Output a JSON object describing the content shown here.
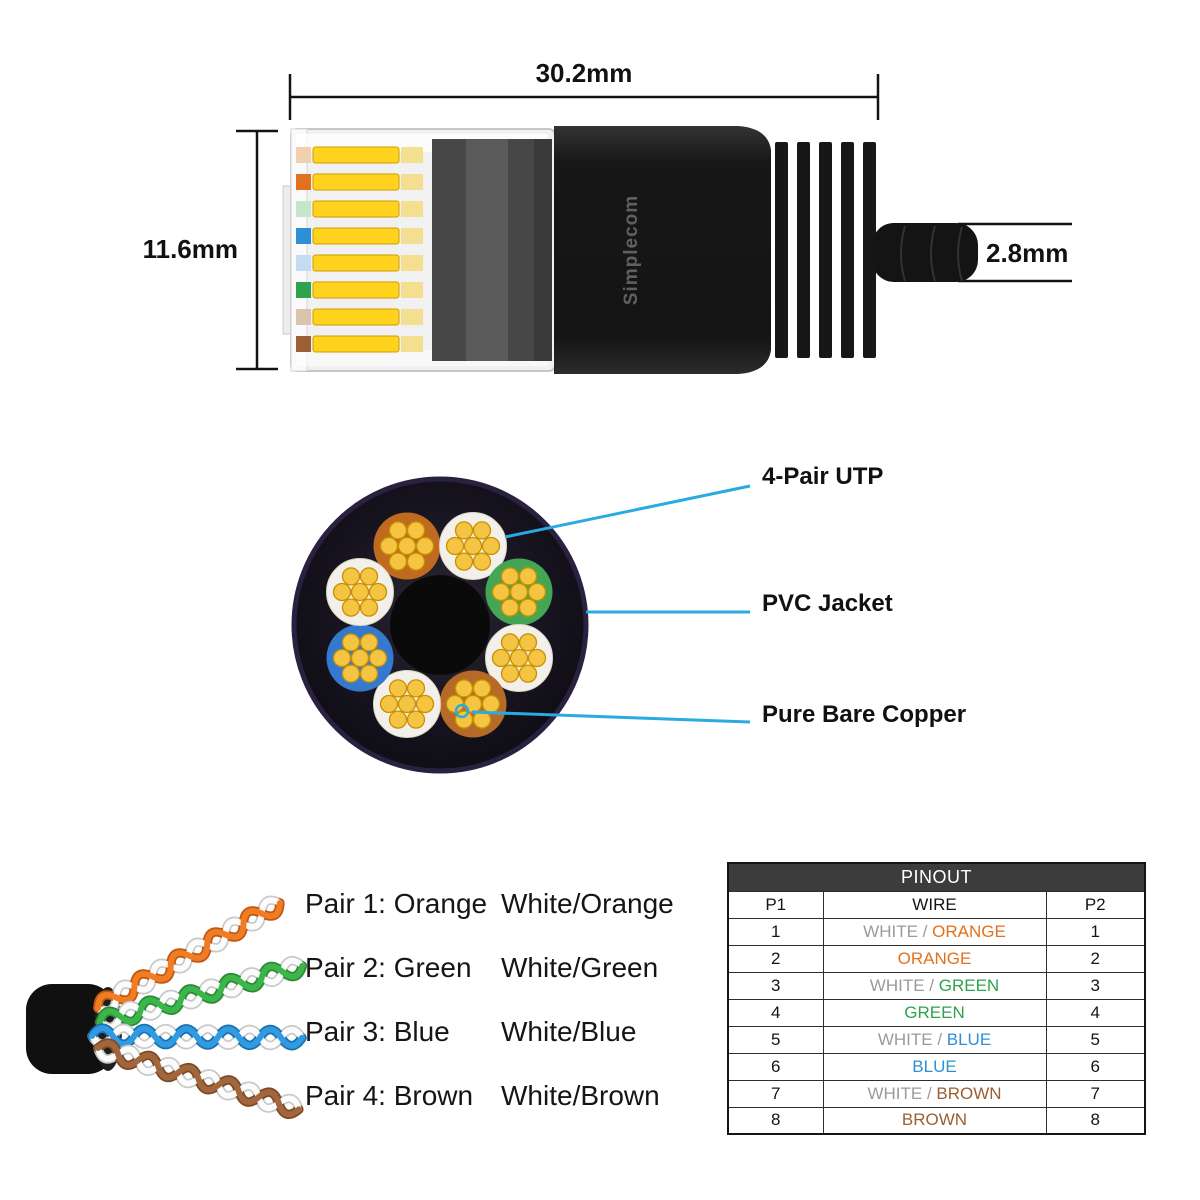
{
  "dimensions": {
    "width": "30.2mm",
    "height": "11.6mm",
    "cable_diameter": "2.8mm"
  },
  "connector": {
    "brand": "Simplecom"
  },
  "cross_section": {
    "utp_label": "4-Pair UTP",
    "jacket_label": "PVC Jacket",
    "copper_label": "Pure Bare Copper"
  },
  "pairs": [
    {
      "name": "Pair 1: Orange",
      "white": "White/Orange"
    },
    {
      "name": "Pair 2: Green",
      "white": "White/Green"
    },
    {
      "name": "Pair 3: Blue",
      "white": "White/Blue"
    },
    {
      "name": "Pair 4: Brown",
      "white": "White/Brown"
    }
  ],
  "pinout": {
    "title": "PINOUT",
    "headers": [
      "P1",
      "WIRE",
      "P2"
    ],
    "rows": [
      {
        "p1": "1",
        "white": "WHITE",
        "sep": " / ",
        "color": "ORANGE",
        "color_key": "orange",
        "p2": "1"
      },
      {
        "p1": "2",
        "white": "",
        "sep": "",
        "color": "ORANGE",
        "color_key": "orange",
        "p2": "2"
      },
      {
        "p1": "3",
        "white": "WHITE",
        "sep": " / ",
        "color": "GREEN",
        "color_key": "green",
        "p2": "3"
      },
      {
        "p1": "4",
        "white": "",
        "sep": "",
        "color": "GREEN",
        "color_key": "green",
        "p2": "4"
      },
      {
        "p1": "5",
        "white": "WHITE",
        "sep": " / ",
        "color": "BLUE",
        "color_key": "blue",
        "p2": "5"
      },
      {
        "p1": "6",
        "white": "",
        "sep": "",
        "color": "BLUE",
        "color_key": "blue",
        "p2": "6"
      },
      {
        "p1": "7",
        "white": "WHITE",
        "sep": " / ",
        "color": "BROWN",
        "color_key": "brown",
        "p2": "7"
      },
      {
        "p1": "8",
        "white": "",
        "sep": "",
        "color": "BROWN",
        "color_key": "brown",
        "p2": "8"
      }
    ]
  },
  "colors": {
    "orange": "#e2711d",
    "green": "#2fa24c",
    "blue": "#2f8fd6",
    "brown": "#9b5f33",
    "gray": "#9a9a9a",
    "accent": "#29abe2"
  }
}
